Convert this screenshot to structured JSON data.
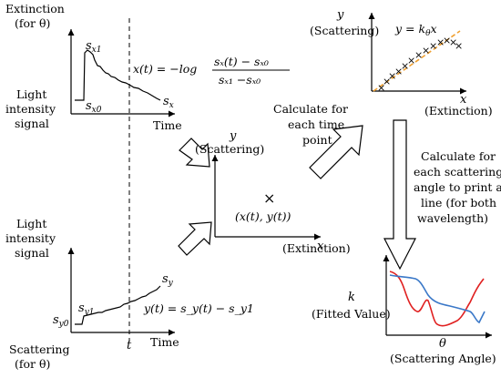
{
  "left_top": {
    "title_line1": "Extinction",
    "title_line2": "(for θ)",
    "side_line1": "Light",
    "side_line2": "intensity",
    "side_line3": "signal",
    "label_sx1": "s",
    "label_sx1_sub": "x1",
    "label_sx0": "s",
    "label_sx0_sub": "x0",
    "label_sx": "s",
    "label_sx_sub": "x",
    "time_label": "Time"
  },
  "equation_x": {
    "lhs": "x(t) = −log",
    "numerator": "sₓ(t) − sₓ₀",
    "denominator": "sₓ₁ −sₓ₀"
  },
  "left_bottom": {
    "side_line1": "Light",
    "side_line2": "intensity",
    "side_line3": "signal",
    "bottom_line1": "Scattering",
    "bottom_line2": "(for θ)",
    "label_sy": "s",
    "label_sy_sub": "y",
    "label_sy1": "s",
    "label_sy1_sub": "y1",
    "label_sy0": "s",
    "label_sy0_sub": "y0",
    "t_label": "t",
    "time_label": "Time",
    "equation_y": "y(t) = s_y(t) − s_y1"
  },
  "middle_plot": {
    "y_label": "y",
    "y_caption": "(Scattering)",
    "x_label": "x",
    "x_caption": "(Extinction)",
    "point_marker": "×",
    "point_label": "(x(t), y(t))"
  },
  "calc_time": {
    "line1": "Calculate for",
    "line2": "each time",
    "line3": "point"
  },
  "top_right_plot": {
    "y_label": "y",
    "y_caption": "(Scattering)",
    "fit_equation": "y = k",
    "fit_sub": "θ",
    "fit_var": "x",
    "x_label": "x",
    "x_caption": "(Extinction)",
    "fit_line_color": "#f0a030",
    "marker_color": "#222222"
  },
  "calc_angle": {
    "line1": "Calculate for",
    "line2": "each scattering",
    "line3": "angle to print a",
    "line4": "line (for both",
    "line5": "wavelength)"
  },
  "bottom_right_plot": {
    "k_label": "k",
    "k_caption": "(Fitted Value)",
    "theta_label": "θ",
    "theta_caption": "(Scattering Angle)",
    "red_color": "#e02020",
    "blue_color": "#3a78c8"
  }
}
